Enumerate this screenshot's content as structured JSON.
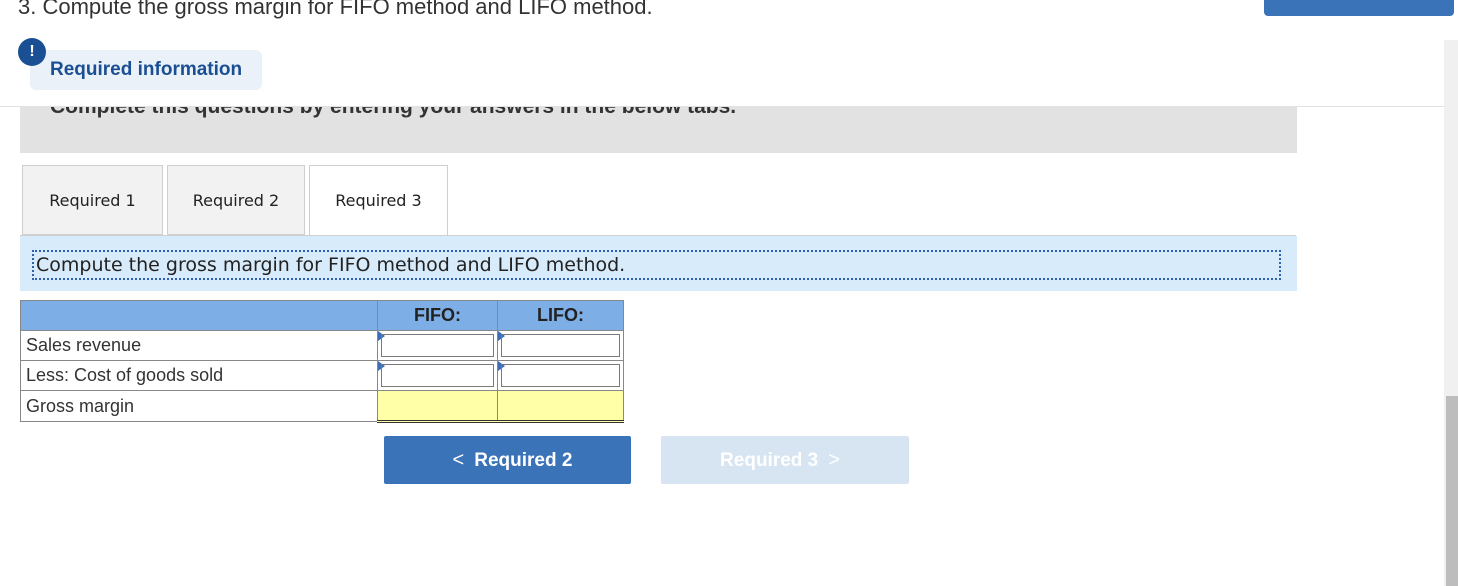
{
  "header": {
    "question_text": "3. Compute the gross margin for FIFO method and LIFO method."
  },
  "banner": {
    "alert_glyph": "!",
    "label": "Required information"
  },
  "panel": {
    "instruction_cut": "Complete this questions by entering your answers in the below tabs."
  },
  "tabs": [
    {
      "label": "Required 1",
      "active": false
    },
    {
      "label": "Required 2",
      "active": false
    },
    {
      "label": "Required 3",
      "active": true
    }
  ],
  "instruction": "Compute the gross margin for FIFO method and LIFO method.",
  "table": {
    "columns": [
      "",
      "FIFO:",
      "LIFO:"
    ],
    "rows": [
      {
        "label": "Sales revenue",
        "fifo": "",
        "lifo": ""
      },
      {
        "label": "Less: Cost of goods sold",
        "fifo": "",
        "lifo": ""
      },
      {
        "label": "Gross margin",
        "fifo": "",
        "lifo": ""
      }
    ]
  },
  "nav": {
    "prev_label": "Required 2",
    "next_label": "Required 3",
    "prev_chevron": "<",
    "next_chevron": ">"
  },
  "colors": {
    "primary": "#3a73b8",
    "header_blue": "#7eaee6",
    "total_yellow": "#ffffa8",
    "instruction_bg": "#d8ebfa"
  }
}
